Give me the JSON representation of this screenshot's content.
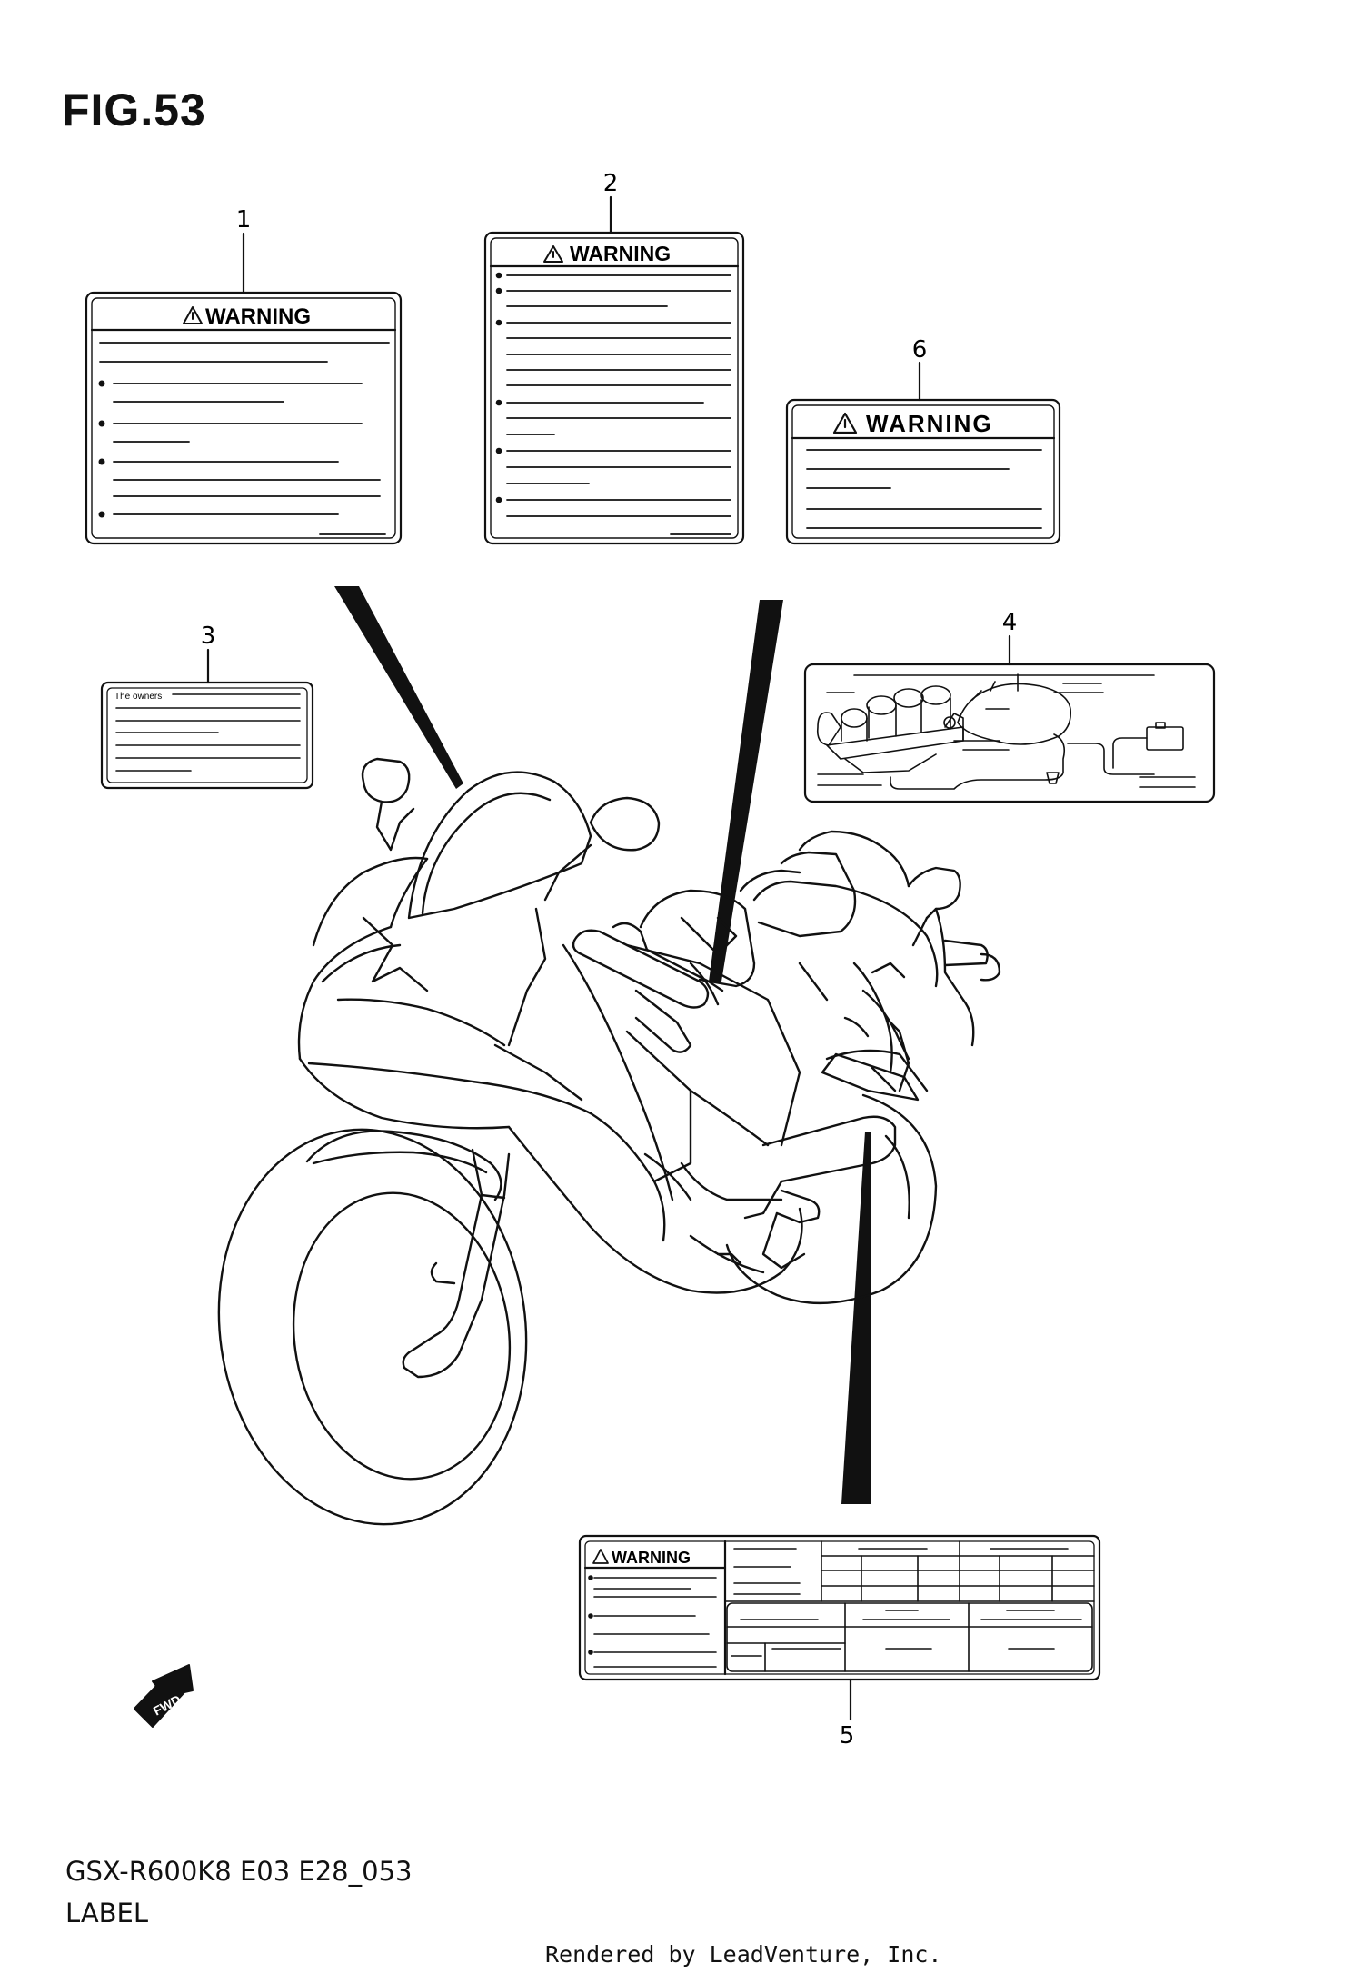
{
  "figure": {
    "title": "FIG.53",
    "model_code": "GSX-R600K8 E03 E28_053",
    "section_name": "LABEL",
    "credit": "Rendered by LeadVenture, Inc."
  },
  "labels": [
    {
      "callout": "1",
      "heading": "WARNING"
    },
    {
      "callout": "2",
      "heading": "WARNING"
    },
    {
      "callout": "3",
      "heading": "The owners"
    },
    {
      "callout": "4",
      "heading": ""
    },
    {
      "callout": "5",
      "heading": "WARNING"
    },
    {
      "callout": "6",
      "heading": "WARNING"
    }
  ],
  "direction_marker": {
    "text": "FWD",
    "icon": "fwd-arrow-icon"
  },
  "colors": {
    "line": "#111111",
    "background": "#ffffff"
  }
}
